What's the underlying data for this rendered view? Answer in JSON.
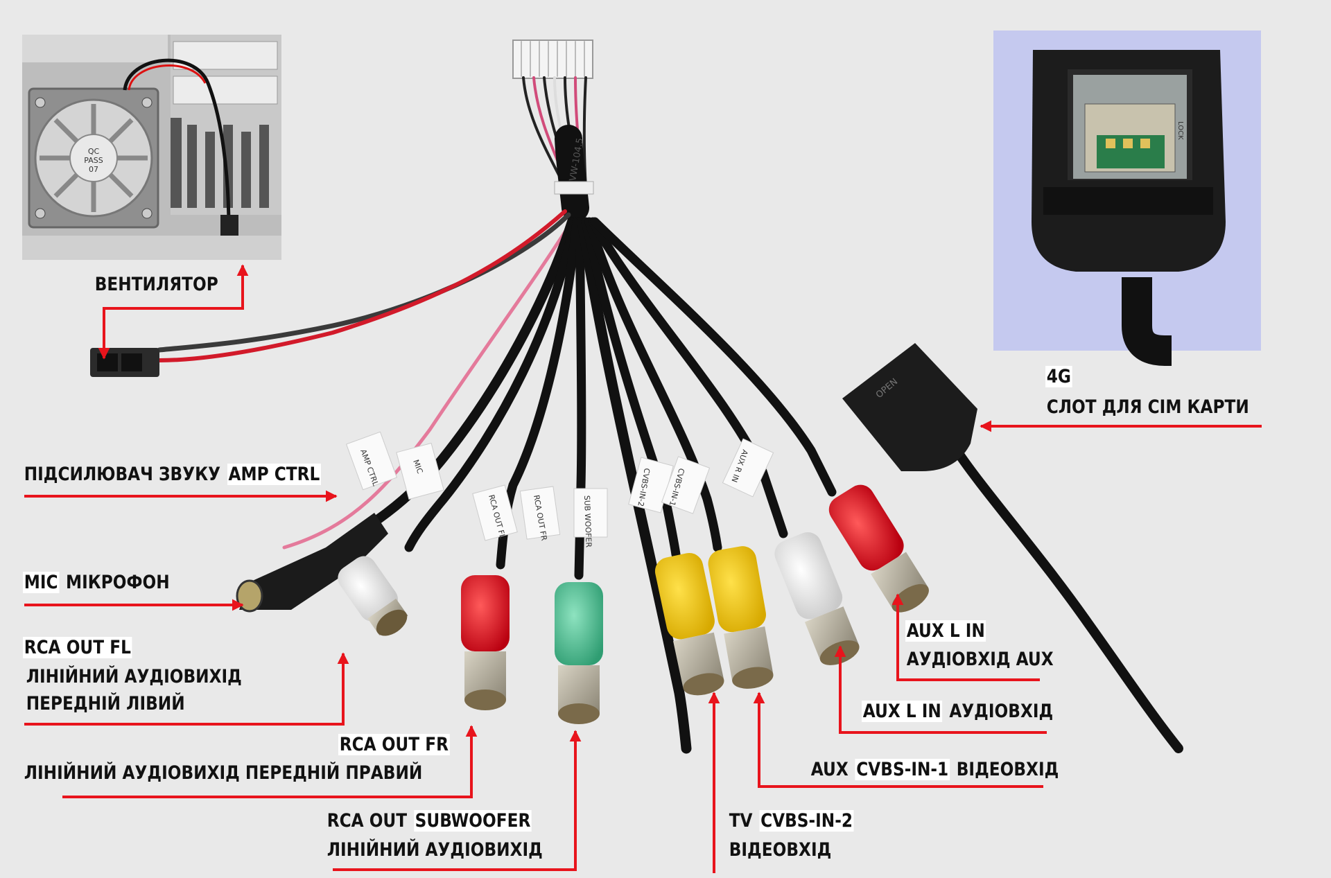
{
  "colors": {
    "background": "#e9e9e9",
    "arrow": "#e8141c",
    "label_highlight": "#ffffff",
    "sim_photo_bg": "#c5c9ef"
  },
  "photos": {
    "fan_unit": {
      "stamp_1": "QC",
      "stamp_2": "PASS",
      "stamp_3": "07"
    },
    "sim_tray": {
      "stamp": "LOCK"
    }
  },
  "cable_tags": {
    "amp": "AMP CTRL",
    "mic": "MIC",
    "rca_fl": "RCA OUT FL",
    "rca_fr": "RCA OUT FR",
    "sub": "SUB WOOFER",
    "cvbs2": "CVBS-IN-2",
    "cvbs1": "CVBS-IN-1",
    "aux": "AUX R IN",
    "sim_open": "OPEN",
    "harness": "VW-104.5"
  },
  "labels": {
    "fan": "ВЕНТИЛЯТОР",
    "sim_line1": "4G",
    "sim_line2": "СЛОТ ДЛЯ СІМ КАРТИ",
    "amp_text": "ПІДСИЛЮВАЧ ЗВУКУ",
    "amp_code": "AMP CTRL",
    "mic_code": "MIC",
    "mic_text": "МІКРОФОН",
    "fl_code": "RCA OUT FL",
    "fl_line2": "ЛІНІЙНИЙ АУДІОВИХІД",
    "fl_line3": "ПЕРЕДНІЙ ЛІВИЙ",
    "fr_code": "RCA OUT FR",
    "fr_line2": "ЛІНІЙНИЙ АУДІОВИХІД ПЕРЕДНІЙ ПРАВИЙ",
    "sub_code_a": "RCA OUT",
    "sub_code_b": "SUBWOOFER",
    "sub_line2": "ЛІНІЙНИЙ АУДІОВИХІД",
    "tv_code_a": "TV",
    "tv_code_b": "CVBS-IN-2",
    "tv_line2": "ВІДЕОВХІД",
    "cvbs1_code_a": "AUX",
    "cvbs1_code_b": "CVBS-IN-1",
    "cvbs1_text": "ВІДЕОВХІД",
    "auxl2_code": "AUX L IN",
    "auxl2_text": "АУДІОВХІД",
    "auxl1_code": "AUX L IN",
    "auxl1_line2": "АУДІОВХІД AUX"
  }
}
